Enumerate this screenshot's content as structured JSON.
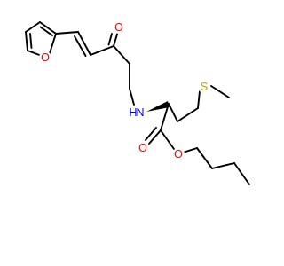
{
  "molecule": {
    "atoms": [
      {
        "id": "O_furan",
        "symbol": "O",
        "color": "#ff0000"
      },
      {
        "id": "O_ketone",
        "symbol": "O",
        "color": "#ff0000"
      },
      {
        "id": "N_amine",
        "symbol": "N",
        "color": "#0000ff"
      },
      {
        "id": "S_thioether",
        "symbol": "S",
        "color": "#c8a000"
      },
      {
        "id": "O_carbonyl",
        "symbol": "O",
        "color": "#ff0000"
      },
      {
        "id": "O_ester",
        "symbol": "O",
        "color": "#ff0000"
      }
    ],
    "amine_hydrogen": {
      "symbol": "H",
      "color": "#0000ff"
    }
  }
}
